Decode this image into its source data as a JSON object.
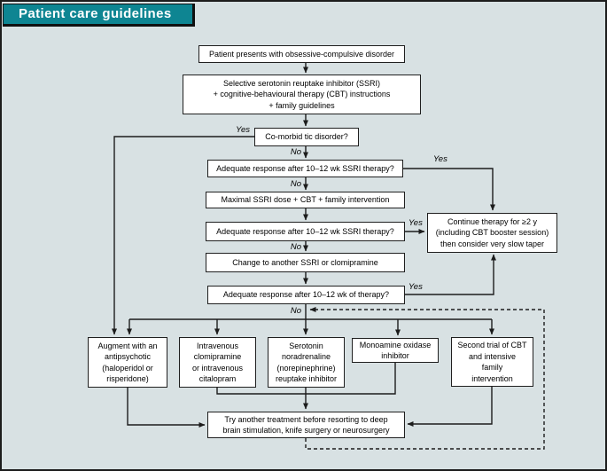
{
  "header": {
    "title": "Patient care guidelines"
  },
  "labels": {
    "yes": "Yes",
    "no": "No"
  },
  "nodes": {
    "start": {
      "lines": [
        "Patient presents with obsessive-compulsive disorder"
      ]
    },
    "ssri_cbt": {
      "lines": [
        "Selective serotonin reuptake inhibitor (SSRI)",
        "+ cognitive-behavioural therapy (CBT) instructions",
        "+ family guidelines"
      ]
    },
    "tic": {
      "lines": [
        "Co-morbid tic disorder?"
      ]
    },
    "resp1": {
      "lines": [
        "Adequate response after 10–12 wk SSRI therapy?"
      ]
    },
    "maximal": {
      "lines": [
        "Maximal SSRI dose + CBT + family intervention"
      ]
    },
    "resp2": {
      "lines": [
        "Adequate response after 10–12 wk SSRI therapy?"
      ]
    },
    "change": {
      "lines": [
        "Change to another SSRI or clomipramine"
      ]
    },
    "resp3": {
      "lines": [
        "Adequate response after 10–12 wk of therapy?"
      ]
    },
    "continue_therapy": {
      "lines": [
        "Continue therapy for ≥2 y",
        "(including CBT booster session)",
        "then consider very slow taper"
      ]
    },
    "augment": {
      "lines": [
        "Augment with an",
        "antipsychotic",
        "(haloperidol or",
        "risperidone)"
      ]
    },
    "iv": {
      "lines": [
        "Intravenous",
        "clomipramine",
        "or intravenous",
        "citalopram"
      ]
    },
    "snri": {
      "lines": [
        "Serotonin",
        "noradrenaline",
        "(norepinephrine)",
        "reuptake inhibitor"
      ]
    },
    "maoi": {
      "lines": [
        "Monoamine oxidase",
        "inhibitor"
      ]
    },
    "cbt2": {
      "lines": [
        "Second trial of CBT",
        "and intensive",
        "family",
        "intervention"
      ]
    },
    "try_other": {
      "lines": [
        "Try another treatment before resorting to deep",
        "brain stimulation, knife surgery or neurosurgery"
      ]
    }
  },
  "colors": {
    "header_bg": "#0e8592",
    "background": "#d8e1e3",
    "box_bg": "#ffffff",
    "line": "#1c1c1c"
  }
}
